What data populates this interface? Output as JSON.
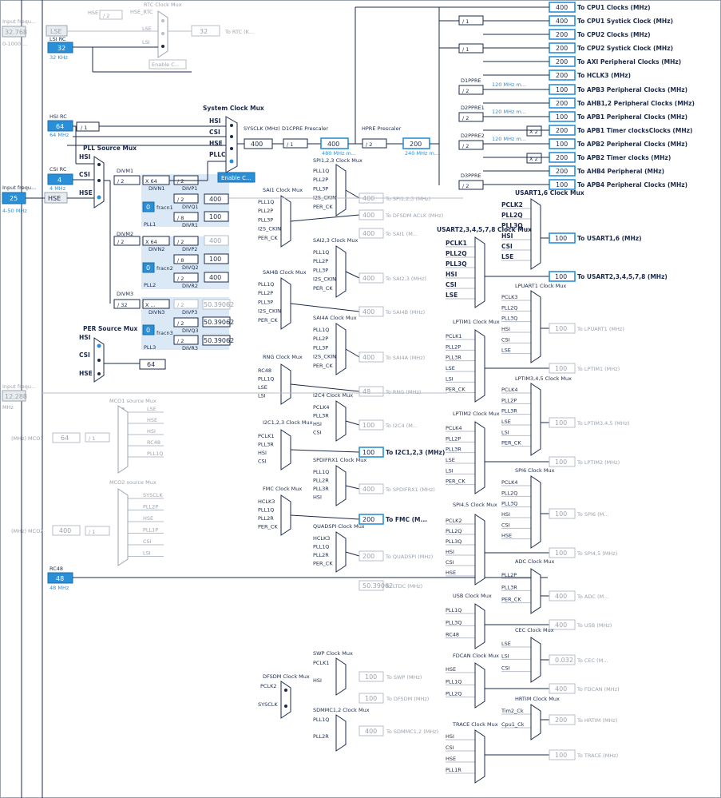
{
  "inputs": {
    "lse_input_label": "Input frequ...",
    "lse_input_value": "32.768",
    "lse_input_range": "0-1000 ...",
    "lse_label": "LSE",
    "lsi_rc_label": "LSI RC",
    "lsi_value": "32",
    "lsi_unit": "32 KHz",
    "hsi_rc_label": "HSI RC",
    "hsi_value": "64",
    "hsi_unit": "64 MHz",
    "csi_rc_label": "CSI RC",
    "csi_value": "4",
    "csi_unit": "4 MHz",
    "hse_input_label": "Input frequ...",
    "hse_value": "25",
    "hse_range": "4-50 MHz",
    "hse_label": "HSE",
    "ext_input_label": "Input frequ...",
    "ext_input_value": "12.288",
    "ext_input_unit": "MHz",
    "rc48_label": "RC48",
    "rc48_value": "48",
    "rc48_unit": "48 MHz"
  },
  "rtc": {
    "title": "RTC Clock Mux",
    "hse_label": "HSE",
    "div_label": "/ 2",
    "hse_rtc": "HSE_RTC",
    "lse": "LSE",
    "lsi": "LSI",
    "value": "32",
    "dest": "To RTC (K...",
    "enable": "Enable C..."
  },
  "system_mux": {
    "title": "System Clock Mux",
    "hsi": "HSI",
    "csi": "CSI",
    "hse": "HSE",
    "pllclk": "PLLCLK",
    "enable": "Enable C..."
  },
  "sysclk": {
    "label": "SYSCLK (MHz)",
    "value": "400",
    "d1cpre_label": "D1CPRE Prescaler",
    "d1cpre_div": "/ 1",
    "cpu_value": "400",
    "cpu_note": "480 MHz m...",
    "hpre_label": "HPRE Prescaler",
    "hpre_div": "/ 2",
    "hclk_value": "200",
    "hclk_note": "240 MHz m..."
  },
  "hsi_div": "/ 1",
  "pll_source": {
    "title": "PLL Source Mux",
    "hsi": "HSI",
    "csi": "CSI",
    "hse": "HSE"
  },
  "pll": {
    "divm1_label": "DIVM1",
    "divm1": "/ 2",
    "divn1_x": "X 64",
    "divn1": "DIVN1",
    "divp1_div": "/ 2",
    "divp1": "DIVP1",
    "divq1_div": "/ 2",
    "divq1": "DIVQ1",
    "divq1_value": "400",
    "divr1_div": "/ 8",
    "divr1": "DIVR1",
    "divr1_value": "100",
    "fracn1_value": "0",
    "fracn1": "fracn1",
    "pll1": "PLL1",
    "divm2_label": "DIVM2",
    "divm2": "/ 2",
    "divn2_x": "X 64",
    "divn2": "DIVN2",
    "divp2_div": "/ 2",
    "divp2": "DIVP2",
    "divp2_value": "400",
    "divq2_div": "/ 8",
    "divq2": "DIVQ2",
    "divq2_value": "100",
    "divr2_div": "/ 2",
    "divr2": "DIVR2",
    "divr2_value": "400",
    "fracn2_value": "0",
    "fracn2": "fracn2",
    "pll2": "PLL2",
    "divm3_label": "DIVM3",
    "divm3": "/ 32",
    "divn3_x": "X ...",
    "divn3": "DIVN3",
    "divp3_div": "/ 2",
    "divp3": "DIVP3",
    "divp3_value": "50.39062",
    "divq3_div": "/ 2",
    "divq3": "DIVQ3",
    "divq3_value": "50.39062",
    "divr3_div": "/ 2",
    "divr3": "DIVR3",
    "divr3_value": "50.39062",
    "fracn3_value": "0",
    "fracn3": "fracn3",
    "pll3": "PLL3"
  },
  "per_source": {
    "title": "PER Source Mux",
    "hsi": "HSI",
    "csi": "CSI",
    "hse": "HSE",
    "value": "64"
  },
  "outputs": [
    {
      "value": "400",
      "dest": "To CPU1 Clocks (MHz)"
    },
    {
      "value": "400",
      "dest": "To CPU1 Systick Clock (MHz)"
    },
    {
      "value": "200",
      "dest": "To CPU2 Clocks (MHz)"
    },
    {
      "value": "200",
      "dest": "To CPU2 Systick Clock (MHz)"
    },
    {
      "value": "200",
      "dest": "To AXI Peripheral Clocks (MHz)"
    },
    {
      "value": "200",
      "dest": "To HCLK3 (MHz)"
    },
    {
      "value": "100",
      "dest": "To APB3 Peripheral Clocks (MHz)"
    },
    {
      "value": "200",
      "dest": "To AHB1,2 Peripheral Clocks (MHz)"
    },
    {
      "value": "100",
      "dest": "To APB1 Peripheral Clocks (MHz)"
    },
    {
      "value": "200",
      "dest": "To APB1 Timer clocksClocks (MHz)"
    },
    {
      "value": "100",
      "dest": "To APB2 Peripheral Clocks (MHz)"
    },
    {
      "value": "200",
      "dest": "To APB2 Timer clocks (MHz)"
    },
    {
      "value": "200",
      "dest": "To AHB4 Peripheral (MHz)"
    },
    {
      "value": "100",
      "dest": "To APB4 Peripheral Clocks (MHz)"
    }
  ],
  "prescalers": {
    "cpu_systick_div": "/ 1",
    "cpu2_systick_div": "/ 1",
    "d1ppre": "D1PPRE",
    "d1ppre_div": "/ 2",
    "d1ppre_note": "120 MHz m...",
    "d2ppre1": "D2PPRE1",
    "d2ppre1_div": "/ 2",
    "d2ppre1_note": "120 MHz m...",
    "d2ppre2": "D2PPRE2",
    "d2ppre2_div": "/ 2",
    "d2ppre2_note": "120 MHz m...",
    "d3ppre": "D3PPRE",
    "d3ppre_div": "/ 2",
    "x2_a": "X 2",
    "x2_b": "X 2"
  },
  "periph_muxes": [
    {
      "title": "SPI1,2,3 Clock Mux",
      "inputs": [
        "PLL1Q",
        "PLL2P",
        "PLL3P",
        "I2S_CKIN",
        "PER_CK"
      ],
      "value": "400",
      "dest": "To SPI1,2,3 (MHz)"
    },
    {
      "title": "SAI1 Clock Mux",
      "inputs": [
        "PLL1Q",
        "PLL2P",
        "PLL3P",
        "I2S_CKIN",
        "PER_CK"
      ],
      "value": "400",
      "dest": "To DFSDM ACLK (MHz)",
      "value2": "400",
      "dest2": "To SAI1 (M..."
    },
    {
      "title": "SAI2,3 Clock Mux",
      "inputs": [
        "PLL1Q",
        "PLL2P",
        "PLL3P",
        "I2S_CKIN",
        "PER_CK"
      ],
      "value": "400",
      "dest": "To SAI2,3 (MHz)"
    },
    {
      "title": "SAI4B Clock Mux",
      "inputs": [
        "PLL1Q",
        "PLL2P",
        "PLL3P",
        "I2S_CKIN",
        "PER_CK"
      ],
      "value": "400",
      "dest": "To SAI4B (MHz)"
    },
    {
      "title": "SAI4A Clock Mux",
      "inputs": [
        "PLL1Q",
        "PLL2P",
        "PLL3P",
        "I2S_CKIN",
        "PER_CK"
      ],
      "value": "400",
      "dest": "To SAI4A (MHz)"
    },
    {
      "title": "RNG Clock Mux",
      "inputs": [
        "RC48",
        "PLL1Q",
        "LSE",
        "LSI"
      ],
      "value": "48",
      "dest": "To RNG (MHz)"
    },
    {
      "title": "I2C4 Clock Mux",
      "inputs": [
        "PCLK4",
        "PLL3R",
        "HSI",
        "CSI"
      ],
      "value": "100",
      "dest": "To I2C4 (M..."
    },
    {
      "title": "I2C1,2,3 Clock Mux",
      "inputs": [
        "PCLK1",
        "PLL3R",
        "HSI",
        "CSI"
      ],
      "value": "100",
      "dest": "To I2C1,2,3 (MHz)"
    },
    {
      "title": "SPDIFRX1 Clock Mux",
      "inputs": [
        "PLL1Q",
        "PLL2R",
        "PLL3R",
        "HSI"
      ],
      "value": "400",
      "dest": "To SPDIFRX1 (MHz)"
    },
    {
      "title": "FMC Clock Mux",
      "inputs": [
        "HCLK3",
        "PLL1Q",
        "PLL2R",
        "PER_CK"
      ],
      "value": "200",
      "dest": "To FMC (M..."
    },
    {
      "title": "QUADSPI Clock Mux",
      "inputs": [
        "HCLK3",
        "PLL1Q",
        "PLL2R",
        "PER_CK"
      ],
      "value": "200",
      "dest": "To QUADSPI (MHz)"
    },
    {
      "title": "",
      "inputs": [],
      "value": "50.39062",
      "dest": "To LTDC (MHz)"
    }
  ],
  "mco": {
    "mco1_title": "MCO1 source Mux",
    "mco1_inputs": [
      "LSE",
      "HSE",
      "HSI",
      "RC48",
      "PLL1Q"
    ],
    "mco1_div": "/ 1",
    "mco1_value": "64",
    "mco1_dest": "(MHz) MCO1",
    "mco2_title": "MCO2 source Mux",
    "mco2_inputs": [
      "SYSCLK",
      "PLL2P",
      "HSE",
      "PLL1P",
      "CSI",
      "LSI"
    ],
    "mco2_div": "/ 1",
    "mco2_value": "400",
    "mco2_dest": "(MHz) MCO2"
  },
  "bottom_muxes": {
    "dfsdm_title": "DFSDM Clock Mux",
    "dfsdm_inputs": [
      "PCLK2",
      "SYSCLK"
    ],
    "swp_title": "SWP Clock Mux",
    "swp_inputs": [
      "PCLK1",
      "HSI"
    ],
    "swp_value": "100",
    "swp_dest": "To SWP (MHz)",
    "dfsdm_value": "100",
    "dfsdm_dest": "To DFSDM (MHz)",
    "sdmmc_title": "SDMMC1,2 Clock Mux",
    "sdmmc_inputs": [
      "PLL1Q",
      "PLL2R"
    ],
    "sdmmc_value": "400",
    "sdmmc_dest": "To SDMMC1,2 (MHz)"
  },
  "right_muxes": [
    {
      "title": "USART1,6 Clock Mux",
      "inputs": [
        "PCLK2",
        "PLL2Q",
        "PLL3Q",
        "HSI",
        "CSI",
        "LSE"
      ],
      "value": "100",
      "dest": "To USART1,6 (MHz)"
    },
    {
      "title": "USART2,3,4,5,7,8 Clock Mux",
      "inputs": [
        "PCLK1",
        "PLL2Q",
        "PLL3Q",
        "HSI",
        "CSI",
        "LSE"
      ],
      "value": "100",
      "dest": "To USART2,3,4,5,7,8 (MHz)"
    },
    {
      "title": "LPUART1 Clock Mux",
      "inputs": [
        "PCLK3",
        "PLL2Q",
        "PLL3Q",
        "HSI",
        "CSI",
        "LSE"
      ],
      "value": "100",
      "dest": "To LPUART1 (MHz)"
    },
    {
      "title": "LPTIM1 Clock Mux",
      "inputs": [
        "PCLK1",
        "PLL2P",
        "PLL3R",
        "LSE",
        "LSI",
        "PER_CK"
      ],
      "value": "100",
      "dest": "To LPTIM1 (MHz)"
    },
    {
      "title": "LPTIM3,4,5 Clock Mux",
      "inputs": [
        "PCLK4",
        "PLL2P",
        "PLL3R",
        "LSE",
        "LSI",
        "PER_CK"
      ],
      "value": "100",
      "dest": "To LPTIM3,4,5 (MHz)"
    },
    {
      "title": "LPTIM2 Clock Mux",
      "inputs": [
        "PCLK4",
        "PLL2P",
        "PLL3R",
        "LSE",
        "LSI",
        "PER_CK"
      ],
      "value": "100",
      "dest": "To LPTIM2 (MHz)"
    },
    {
      "title": "SPI6 Clock Mux",
      "inputs": [
        "PCLK4",
        "PLL2Q",
        "PLL3Q",
        "HSI",
        "CSI",
        "HSE"
      ],
      "value": "100",
      "dest": "To SPI6 (M..."
    },
    {
      "title": "SPI4,5 Clock Mux",
      "inputs": [
        "PCLK2",
        "PLL2Q",
        "PLL3Q",
        "HSI",
        "CSI",
        "HSE"
      ],
      "value": "100",
      "dest": "To SPI4,5 (MHz)"
    },
    {
      "title": "ADC Clock Mux",
      "inputs": [
        "PLL2P",
        "PLL3R",
        "PER_CK"
      ],
      "value": "400",
      "dest": "To ADC (M..."
    },
    {
      "title": "USB Clock Mux",
      "inputs": [
        "PLL1Q",
        "PLL3Q",
        "RC48"
      ],
      "value": "400",
      "dest": "To USB (MHz)"
    },
    {
      "title": "CEC Clock Mux",
      "inputs": [
        "LSE",
        "LSI",
        "CSI"
      ],
      "value": "0.032",
      "dest": "To CEC (M..."
    },
    {
      "title": "FDCAN Clock Mux",
      "inputs": [
        "HSE",
        "PLL1Q",
        "PLL2Q"
      ],
      "value": "400",
      "dest": "To FDCAN (MHz)"
    },
    {
      "title": "HRTIM Clock Mux",
      "inputs": [
        "Tim2_Ck",
        "Cpu1_Ck"
      ],
      "value": "200",
      "dest": "To HRTIM (MHz)"
    },
    {
      "title": "TRACE Clock Mux",
      "inputs": [
        "HSI",
        "CSI",
        "HSE",
        "PLL1R"
      ],
      "value": "100",
      "dest": "To TRACE (MHz)"
    }
  ],
  "colors": {
    "accent": "#2a8fd6",
    "line": "#1b2a4a",
    "disabled": "#9aa3ad",
    "pll_bg": "#dbe9f6"
  }
}
